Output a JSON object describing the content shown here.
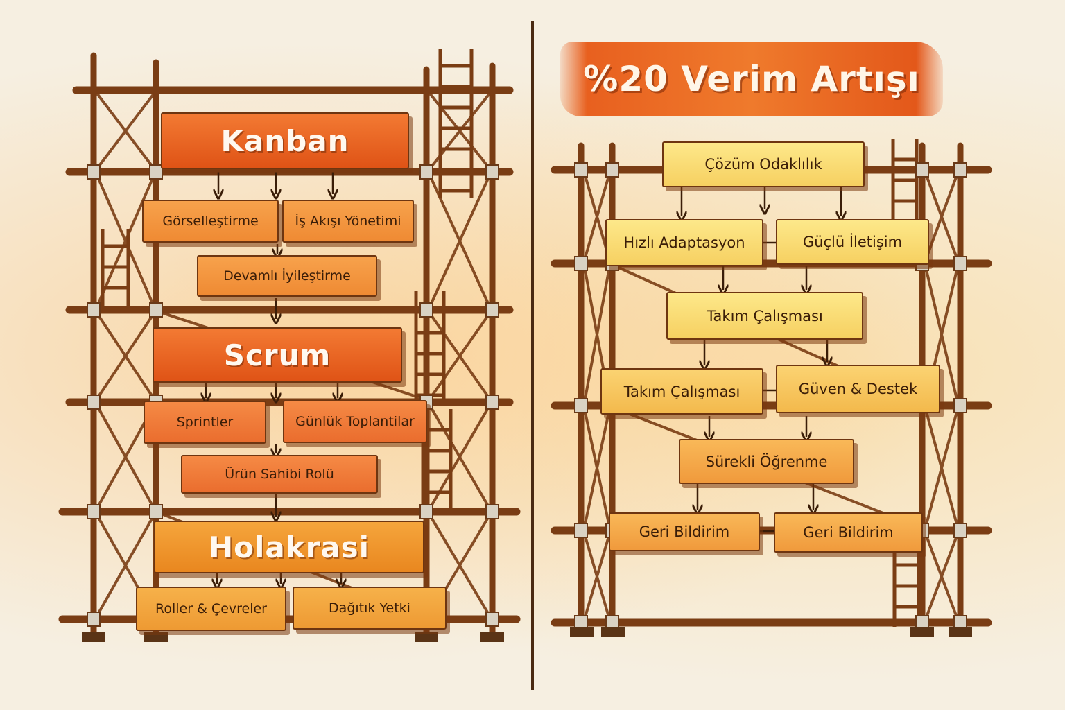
{
  "title": "%20 Verim Artışı",
  "left_stack": {
    "kanban": {
      "heading": "Kanban",
      "items": [
        "Görselleştirme",
        "İş Akışı Yönetimi",
        "Devamlı İyileştirme"
      ]
    },
    "scrum": {
      "heading": "Scrum",
      "items": [
        "Sprintler",
        "Günlük Toplantilar",
        "Ürün Sahibi Rolü"
      ]
    },
    "holakrasi": {
      "heading": "Holakrasi",
      "items": [
        "Roller & Çevreler",
        "Dağıtık Yetki"
      ]
    }
  },
  "right_stack": {
    "nodes": [
      "Çözüm Odaklılık",
      "Hızlı Adaptasyon",
      "Güçlü İletişim",
      "Takım Çalışması",
      "Takım Çalışması",
      "Güven & Destek",
      "Sürekli Öğrenme",
      "Geri Bildirim",
      "Geri Bildirim"
    ]
  },
  "colors": {
    "accent": "#e8601f",
    "orange_block": "#df5316",
    "yellow_block": "#f6d061",
    "scaffold": "#7a3d14",
    "paper": "#f6efe1"
  }
}
